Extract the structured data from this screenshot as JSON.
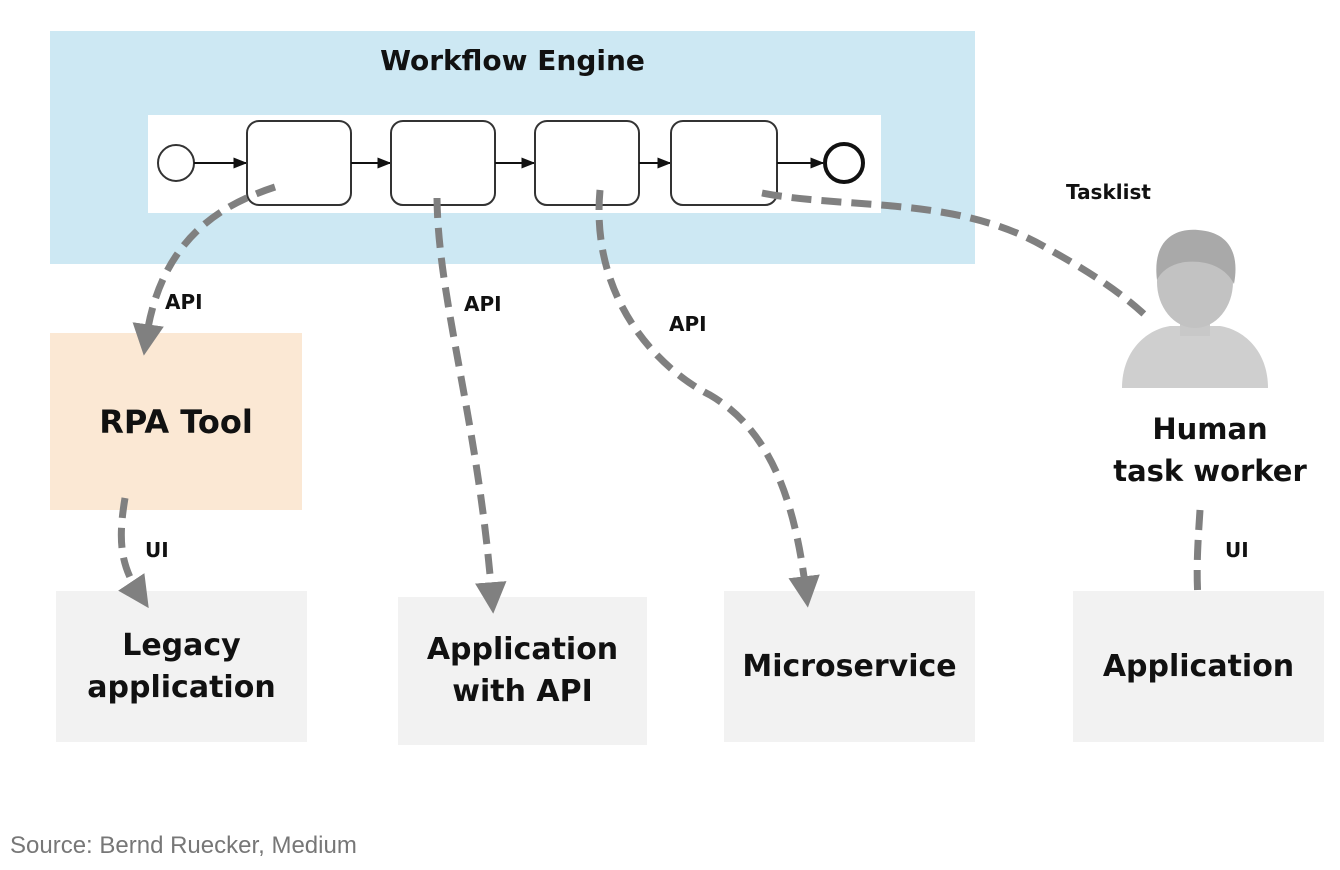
{
  "engine": {
    "title": "Workflow Engine"
  },
  "connections": {
    "rpa_api": "API",
    "app_api": "API",
    "micro_api": "API",
    "tasklist": "Tasklist",
    "rpa_ui": "UI",
    "human_ui": "UI"
  },
  "nodes": {
    "rpa_tool": "RPA Tool",
    "legacy_app": "Legacy\napplication",
    "app_with_api": "Application\nwith API",
    "microservice": "Microservice",
    "application": "Application",
    "human": "Human\ntask worker"
  },
  "caption": "Source: Bernd Ruecker, Medium",
  "colors": {
    "engine_bg": "#cde8f3",
    "rpa_bg": "#fbe8d4",
    "system_bg": "#f2f2f2",
    "connector": "#808080"
  }
}
